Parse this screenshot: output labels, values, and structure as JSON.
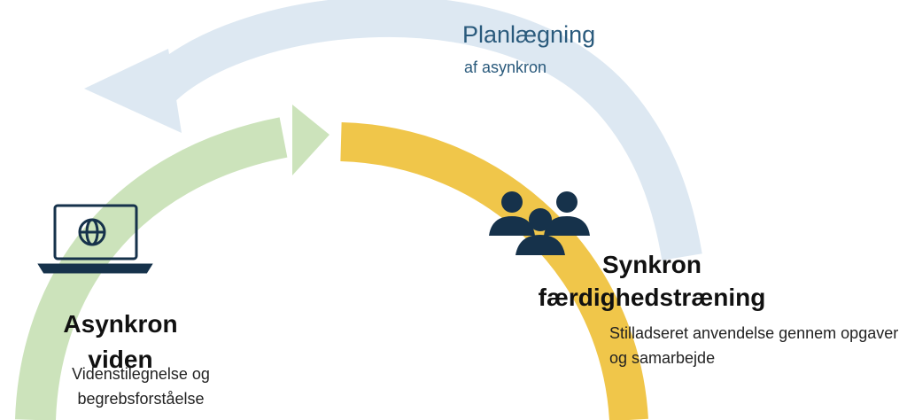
{
  "colors": {
    "green_arc": "#c6e0b4",
    "yellow_arc": "#f0c64a",
    "blue_arc": "#dde8f2",
    "icon_dark": "#16324b",
    "accent_text": "#2a5a7c"
  },
  "icons": {
    "laptop": "laptop-globe-icon",
    "people": "group-people-icon"
  },
  "planning": {
    "title": "Planlægning",
    "subtitle": "af asynkron"
  },
  "synchronous": {
    "title": "Synkron færdighedstræning",
    "description": "Stilladseret anvendelse gennem opgaver og samarbejde"
  },
  "asynchronous": {
    "title": "Asynkron viden",
    "description": "Videnstilegnelse og begrebsforståelse"
  }
}
